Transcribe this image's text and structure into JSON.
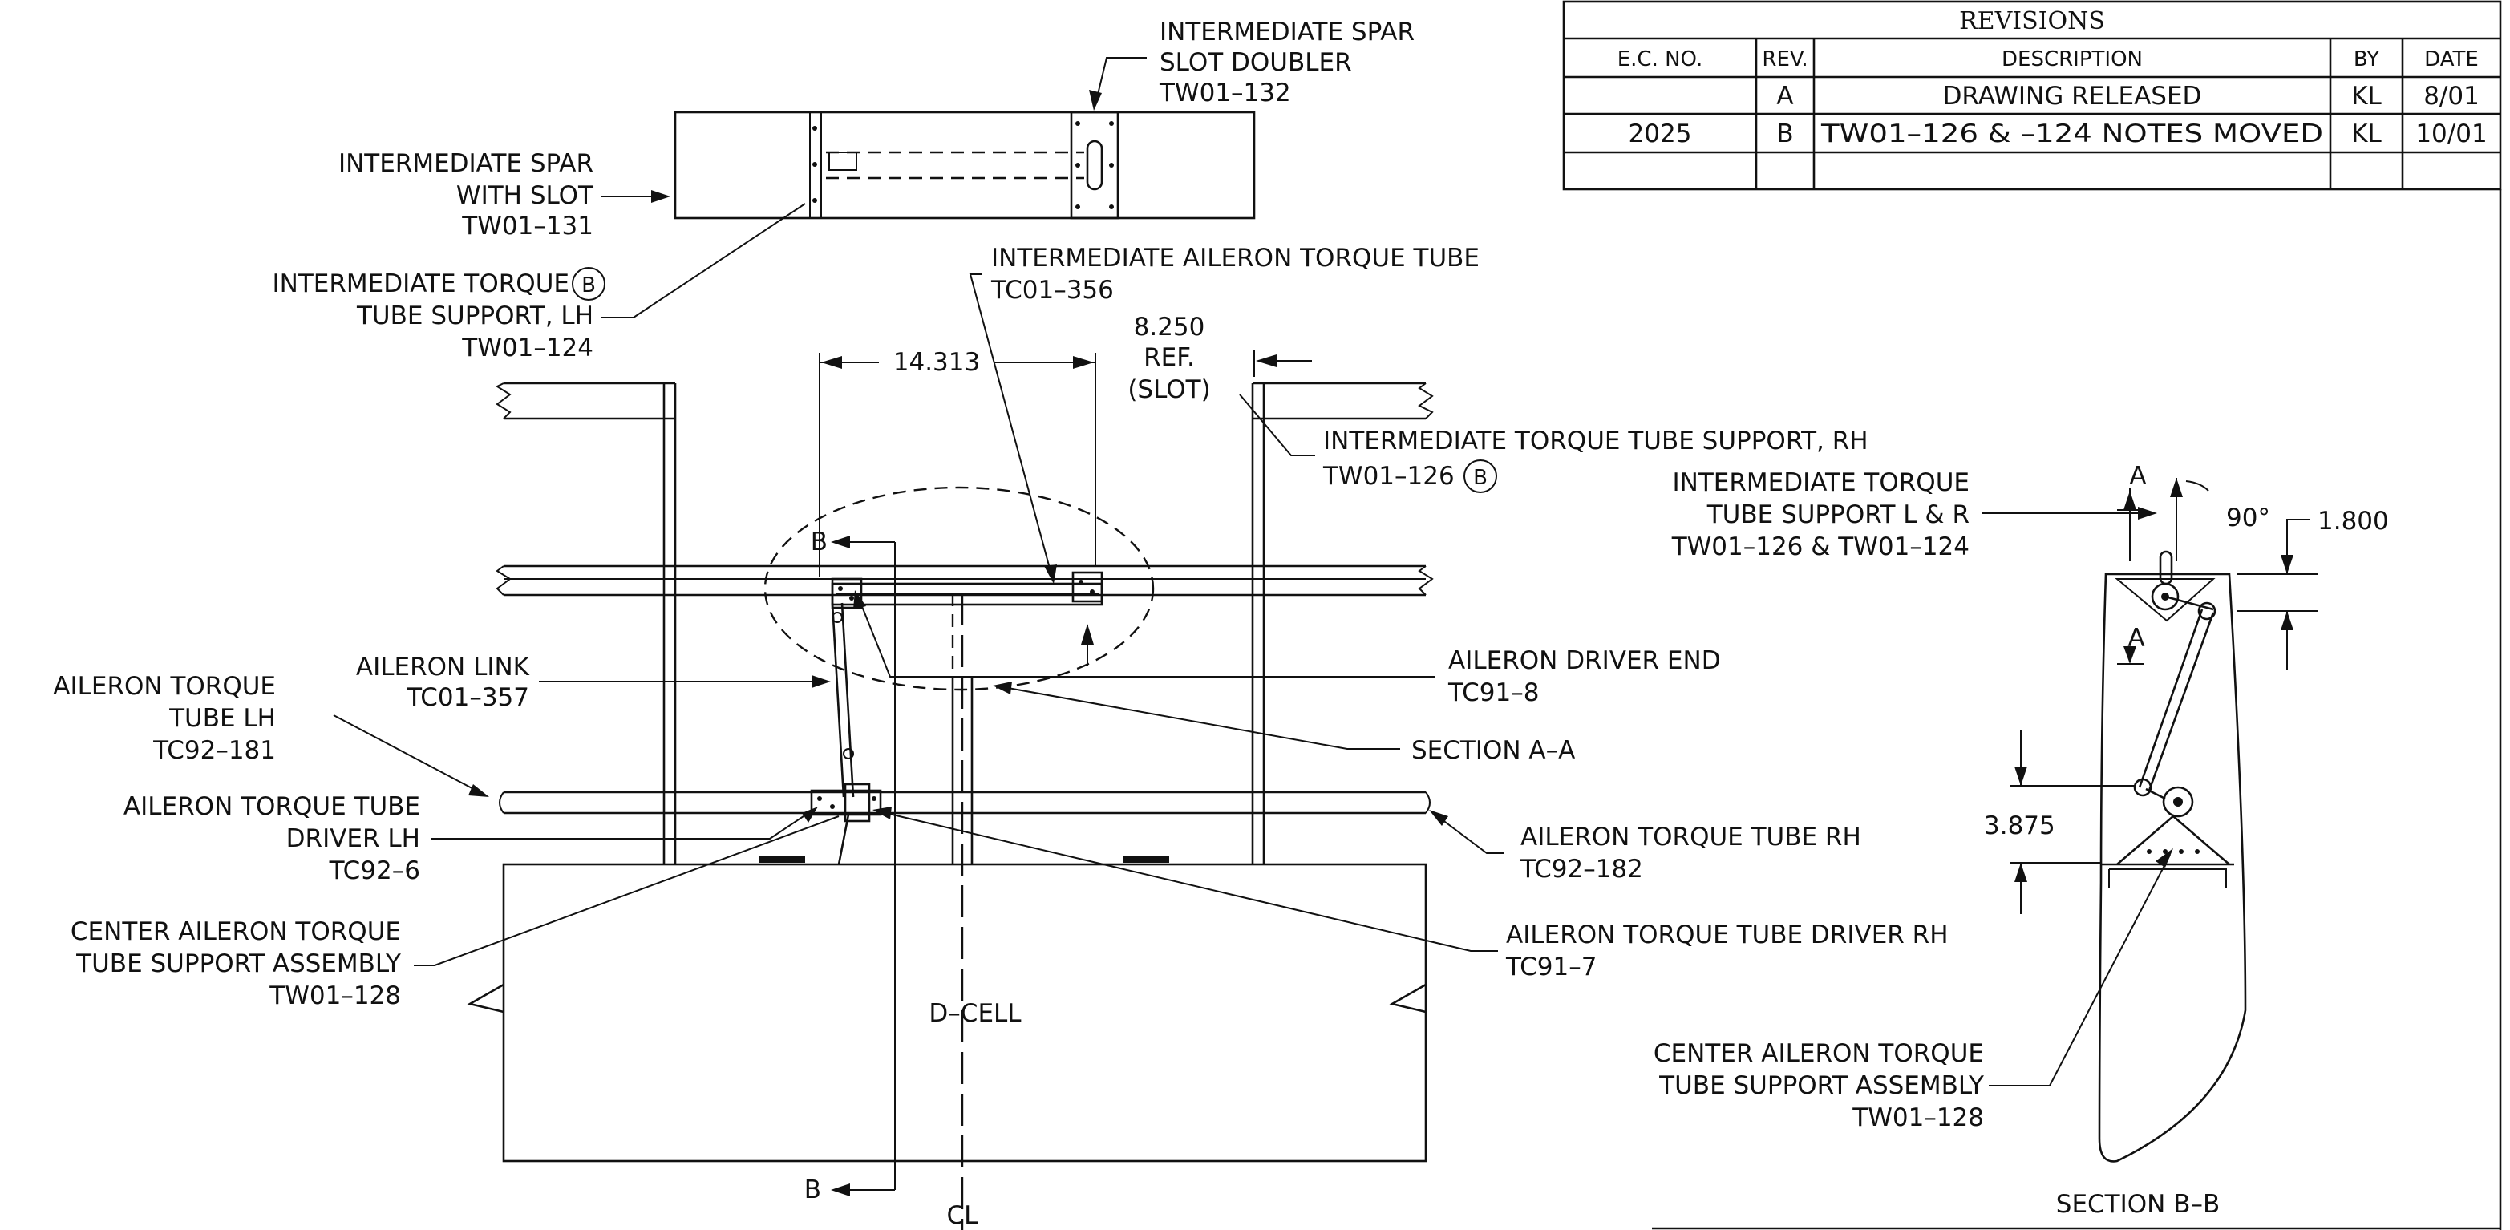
{
  "revisions": {
    "title": "REVISIONS",
    "headers": [
      "E.C. NO.",
      "REV.",
      "DESCRIPTION",
      "BY",
      "DATE"
    ],
    "rows": [
      [
        "",
        "A",
        "DRAWING RELEASED",
        "KL",
        "8/01"
      ],
      [
        "2025",
        "B",
        "TW01–126 & –124 NOTES MOVED",
        "KL",
        "10/01"
      ],
      [
        "",
        "",
        "",
        "",
        ""
      ]
    ]
  },
  "labels": {
    "spar_doubler": [
      "INTERMEDIATE SPAR",
      "SLOT DOUBLER",
      "TW01–132"
    ],
    "spar_slot": [
      "INTERMEDIATE SPAR",
      "WITH SLOT",
      "TW01–131"
    ],
    "tube_support_lh": [
      "INTERMEDIATE TORQUE",
      "TUBE SUPPORT, LH",
      "TW01–124"
    ],
    "int_aileron_tube": [
      "INTERMEDIATE AILERON TORQUE TUBE",
      "TC01–356"
    ],
    "dim_14313": "14.313",
    "dim_8250": [
      "8.250",
      "REF.",
      "(SLOT)"
    ],
    "tube_support_rh": [
      "INTERMEDIATE TORQUE TUBE SUPPORT, RH",
      "TW01–126"
    ],
    "aileron_link": [
      "AILERON LINK",
      "TC01–357"
    ],
    "driver_end": [
      "AILERON DRIVER END",
      "TC91–8"
    ],
    "tube_lh": [
      "AILERON TORQUE",
      "TUBE LH",
      "TC92–181"
    ],
    "section_aa_note": "SECTION A–A",
    "driver_lh": [
      "AILERON TORQUE TUBE",
      "DRIVER LH",
      "TC92–6"
    ],
    "tube_rh": [
      "AILERON TORQUE TUBE RH",
      "TC92–182"
    ],
    "center_support": [
      "CENTER AILERON TORQUE",
      "TUBE SUPPORT ASSEMBLY",
      "TW01–128"
    ],
    "driver_rh": [
      "AILERON TORQUE TUBE DRIVER RH",
      "TC91–7"
    ],
    "d_cell": "D–CELL",
    "cut_b": "B",
    "cut_a": "A",
    "centerline": "CL",
    "rev_b_symbol": "B",
    "support_lr": [
      "INTERMEDIATE TORQUE",
      "TUBE SUPPORT L & R",
      "TW01–126 & TW01–124"
    ],
    "angle_90": "90°",
    "dim_1800": "1.800",
    "dim_3875": "3.875",
    "center_support_bb": [
      "CENTER AILERON TORQUE",
      "TUBE SUPPORT ASSEMBLY",
      "TW01–128"
    ],
    "section_bb": "SECTION B–B"
  }
}
